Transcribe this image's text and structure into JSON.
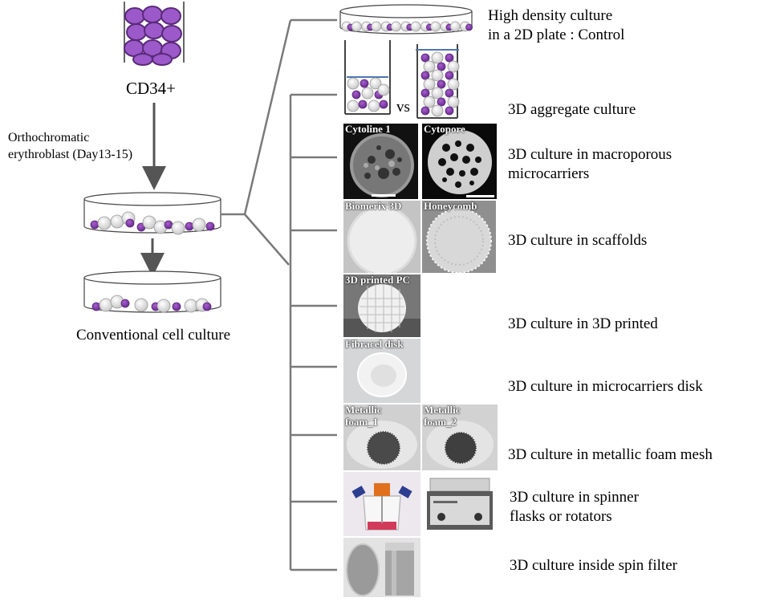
{
  "left": {
    "cd34_label": "CD34+",
    "step_label_line1": "Orthochromatic",
    "step_label_line2": "erythroblast (Day13-15)",
    "conventional_label": "Conventional  cell  culture"
  },
  "methods": [
    {
      "line1": "High density  culture",
      "line2": "in a 2D plate : Control"
    },
    {
      "line1": "3D aggregate  culture",
      "vs": "vs"
    },
    {
      "line1": "3D culture in macroporous",
      "line2": "microcarriers"
    },
    {
      "line1": "3D culture in scaffolds"
    },
    {
      "line1": "3D culture in 3D printed"
    },
    {
      "line1": "3D culture in microcarriers  disk"
    },
    {
      "line1": "3D culture in metallic  foam mesh"
    },
    {
      "line1": "3D culture in spinner",
      "line2": "flasks or rotators"
    },
    {
      "line1": "3D culture inside spin filter"
    }
  ],
  "photo_labels": {
    "cytoline": "Cytoline 1",
    "cytopore": "Cytopore",
    "biomerix": "Biomerix 3D",
    "honeycomb": "Honeycomb",
    "printed": "3D printed PC",
    "fibracel": "Fibracel disk",
    "foam1_line1": "Metallic",
    "foam1_line2": "foam_1",
    "foam2_line1": "Metallic",
    "foam2_line2": "foam_2"
  },
  "colors": {
    "cell_purple": "#8a3fb0",
    "cell_dark": "#5a2a7a",
    "line_gray": "#7a7a7a"
  }
}
